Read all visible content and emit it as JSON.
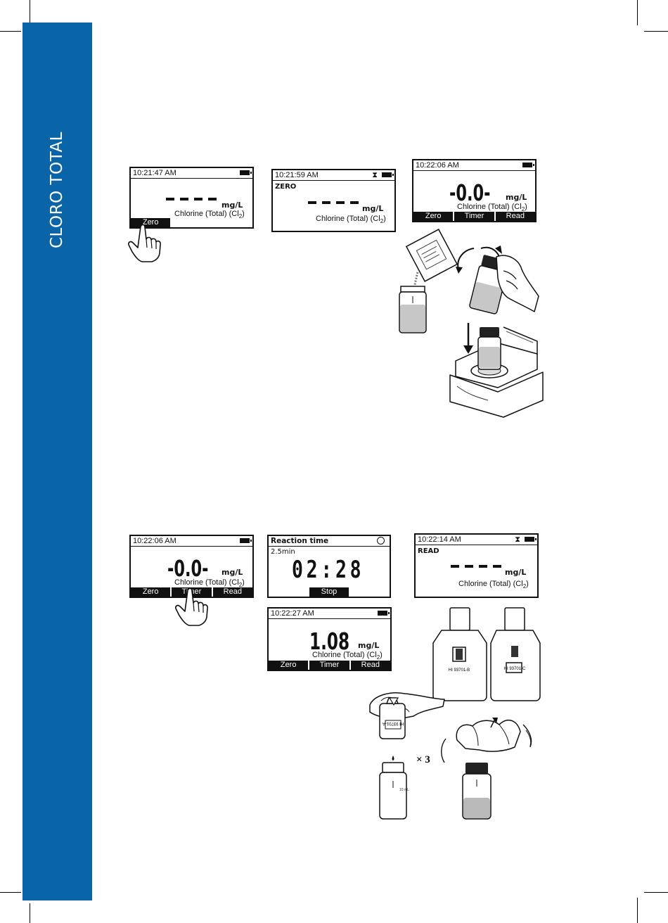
{
  "sidebar": {
    "title": "CLORO TOTAL",
    "color": "#0a64a8"
  },
  "screens": {
    "s1": {
      "time": "10:21:47 AM",
      "reading": "- - - -",
      "unit": "mg/L",
      "param": "Chlorine (Total) (Cl",
      "param_sub": "2",
      "param_end": ")",
      "key": "Zero"
    },
    "s2": {
      "time": "10:21:59 AM",
      "status": "ZERO",
      "reading": "- - - -",
      "unit": "mg/L",
      "param": "Chlorine (Total) (Cl",
      "param_sub": "2",
      "param_end": ")"
    },
    "s3": {
      "time": "10:22:06 AM",
      "reading": "-0.0-",
      "unit": "mg/L",
      "param": "Chlorine (Total) (Cl",
      "param_sub": "2",
      "param_end": ")",
      "keys": [
        "Zero",
        "Timer",
        "Read"
      ]
    },
    "s4": {
      "time": "10:22:06 AM",
      "reading": "-0.0-",
      "unit": "mg/L",
      "param": "Chlorine (Total) (Cl",
      "param_sub": "2",
      "param_end": ")",
      "keys": [
        "Zero",
        "Timer",
        "Read"
      ]
    },
    "s5": {
      "title": "Reaction time",
      "duration": "2.5min",
      "countdown": "02:28",
      "key": "Stop"
    },
    "s6": {
      "time": "10:22:14 AM",
      "status": "READ",
      "reading": "- - - -",
      "unit": "mg/L",
      "param": "Chlorine (Total) (Cl",
      "param_sub": "2",
      "param_end": ")"
    },
    "s7": {
      "time": "10:22:27 AM",
      "reading": "1.08",
      "unit": "mg/L",
      "param": "Chlorine (Total) (Cl",
      "param_sub": "2",
      "param_end": ")",
      "keys": [
        "Zero",
        "Timer",
        "Read"
      ]
    }
  },
  "illustrations": {
    "reagent_bottle_b": "HI 93701-B",
    "reagent_bottle_c": "HI 93701-C",
    "dropper_label": "HI 93701-A",
    "drops": "× 3"
  }
}
